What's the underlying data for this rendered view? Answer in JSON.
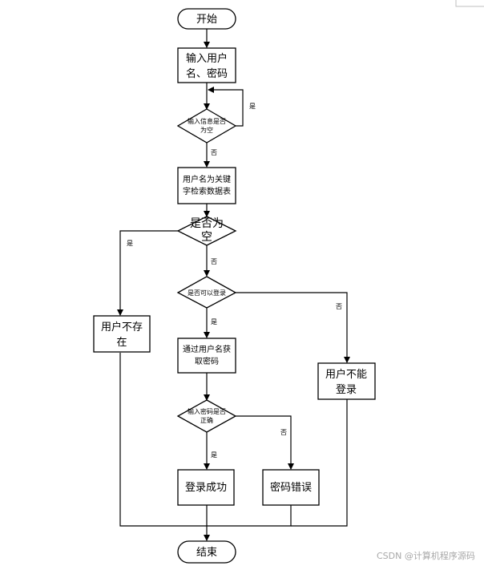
{
  "nodes": {
    "start": [
      "开始"
    ],
    "input": [
      "输入用户",
      "名、密码"
    ],
    "check_empty_input": [
      "输入信息是否",
      "为空"
    ],
    "search_table": [
      "用户名为关键",
      "字检索数据表"
    ],
    "check_result_empty": [
      "是否为",
      "空"
    ],
    "check_can_login": [
      "是否可以登录"
    ],
    "user_not_exist": [
      "用户不存",
      "在"
    ],
    "get_password": [
      "通过用户名获",
      "取密码"
    ],
    "user_cannot_login": [
      "用户不能",
      "登录"
    ],
    "check_password": [
      "输入密码是否",
      "正确"
    ],
    "login_success": [
      "登录成功"
    ],
    "password_error": [
      "密码错误"
    ],
    "end": [
      "结束"
    ]
  },
  "edge_labels": {
    "yes": "是",
    "no": "否"
  },
  "watermark": "CSDN @计算机程序源码",
  "colors": {
    "line": "#000000",
    "fill": "#ffffff",
    "watermark": "#a8a8a8"
  }
}
